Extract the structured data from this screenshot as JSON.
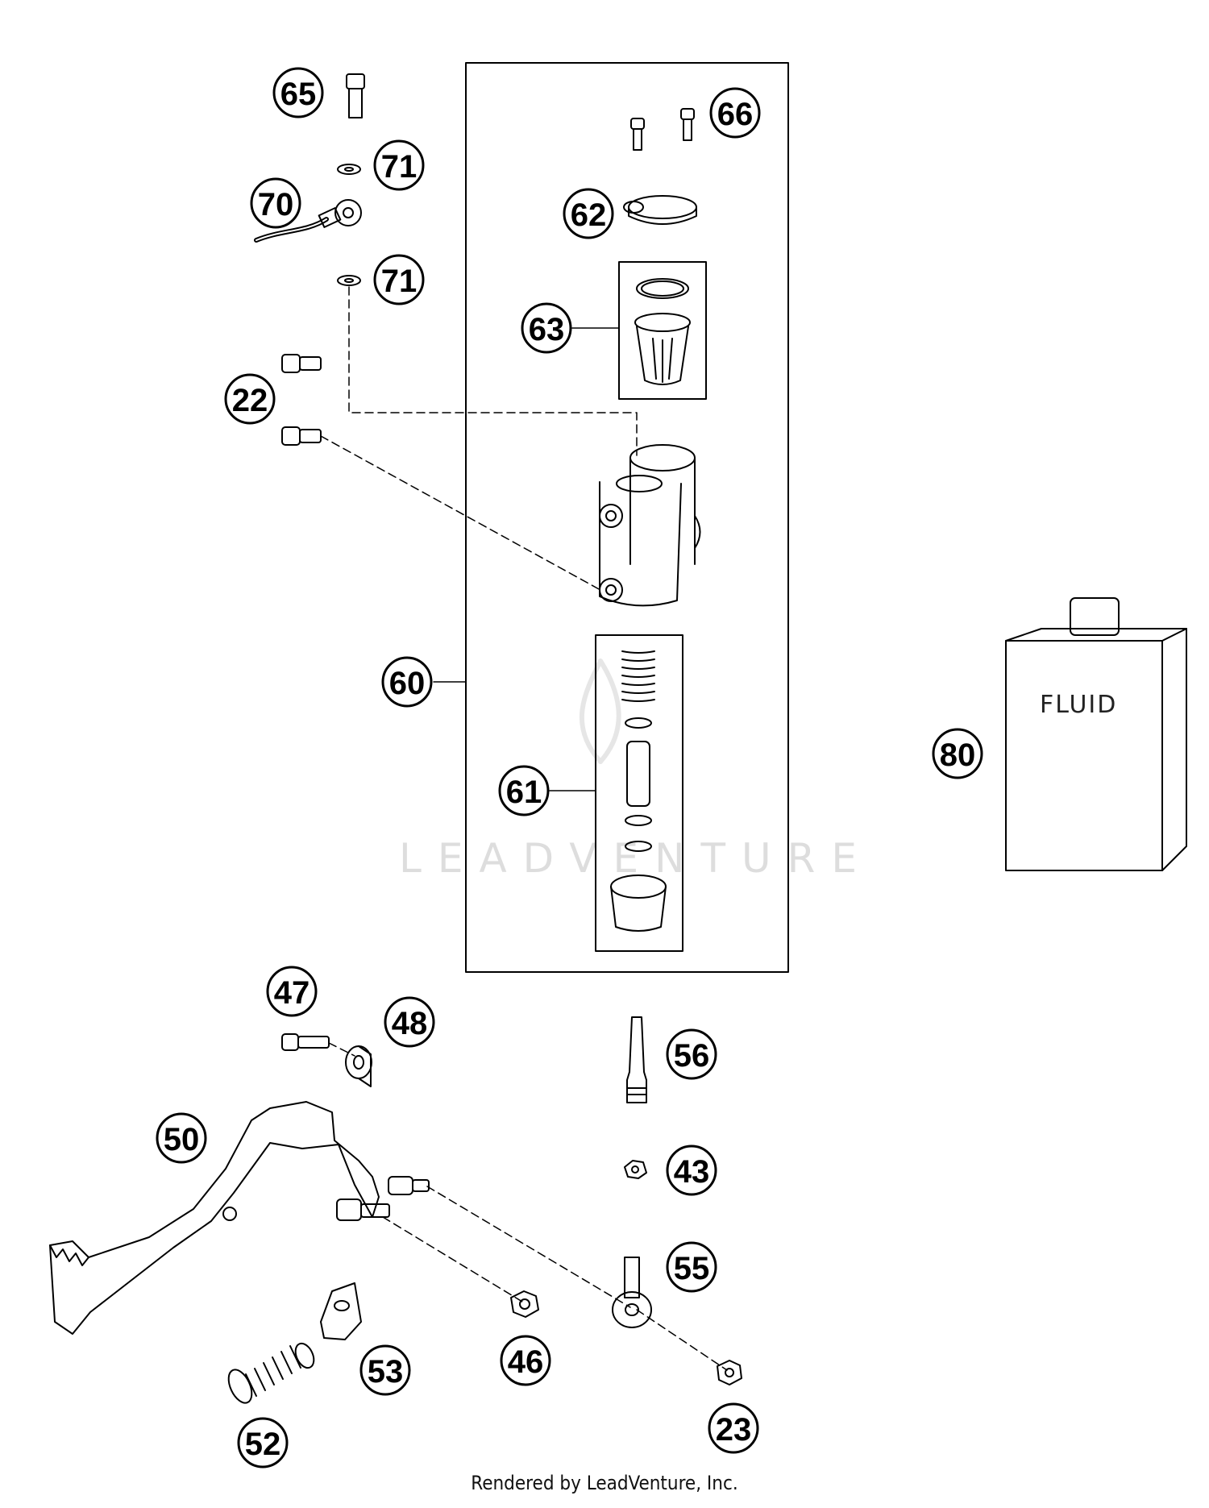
{
  "callouts": {
    "c65": "65",
    "c66": "66",
    "c71a": "71",
    "c70": "70",
    "c62": "62",
    "c71b": "71",
    "c63": "63",
    "c22": "22",
    "c60": "60",
    "c61": "61",
    "c80": "80",
    "c47": "47",
    "c48": "48",
    "c56": "56",
    "c50": "50",
    "c43": "43",
    "c55": "55",
    "c53": "53",
    "c46": "46",
    "c52": "52",
    "c23": "23"
  },
  "fluid_label": "FLUID",
  "watermark": "LEADVENTURE",
  "credit": "Rendered by LeadVenture, Inc."
}
